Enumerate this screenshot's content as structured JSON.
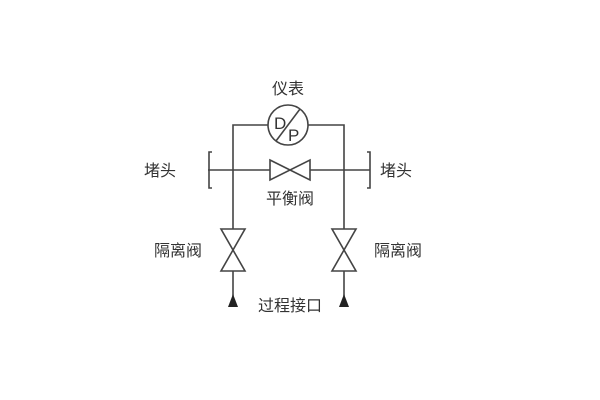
{
  "labels": {
    "instrument": "仪表",
    "plug_left": "堵头",
    "plug_right": "堵头",
    "balance_valve": "平衡阀",
    "isolation_left": "隔离阀",
    "isolation_right": "隔离阀",
    "process_connection": "过程接口"
  },
  "gauge": {
    "top": "D",
    "bottom": "P"
  },
  "colors": {
    "line": "#444444",
    "text": "#333333"
  }
}
